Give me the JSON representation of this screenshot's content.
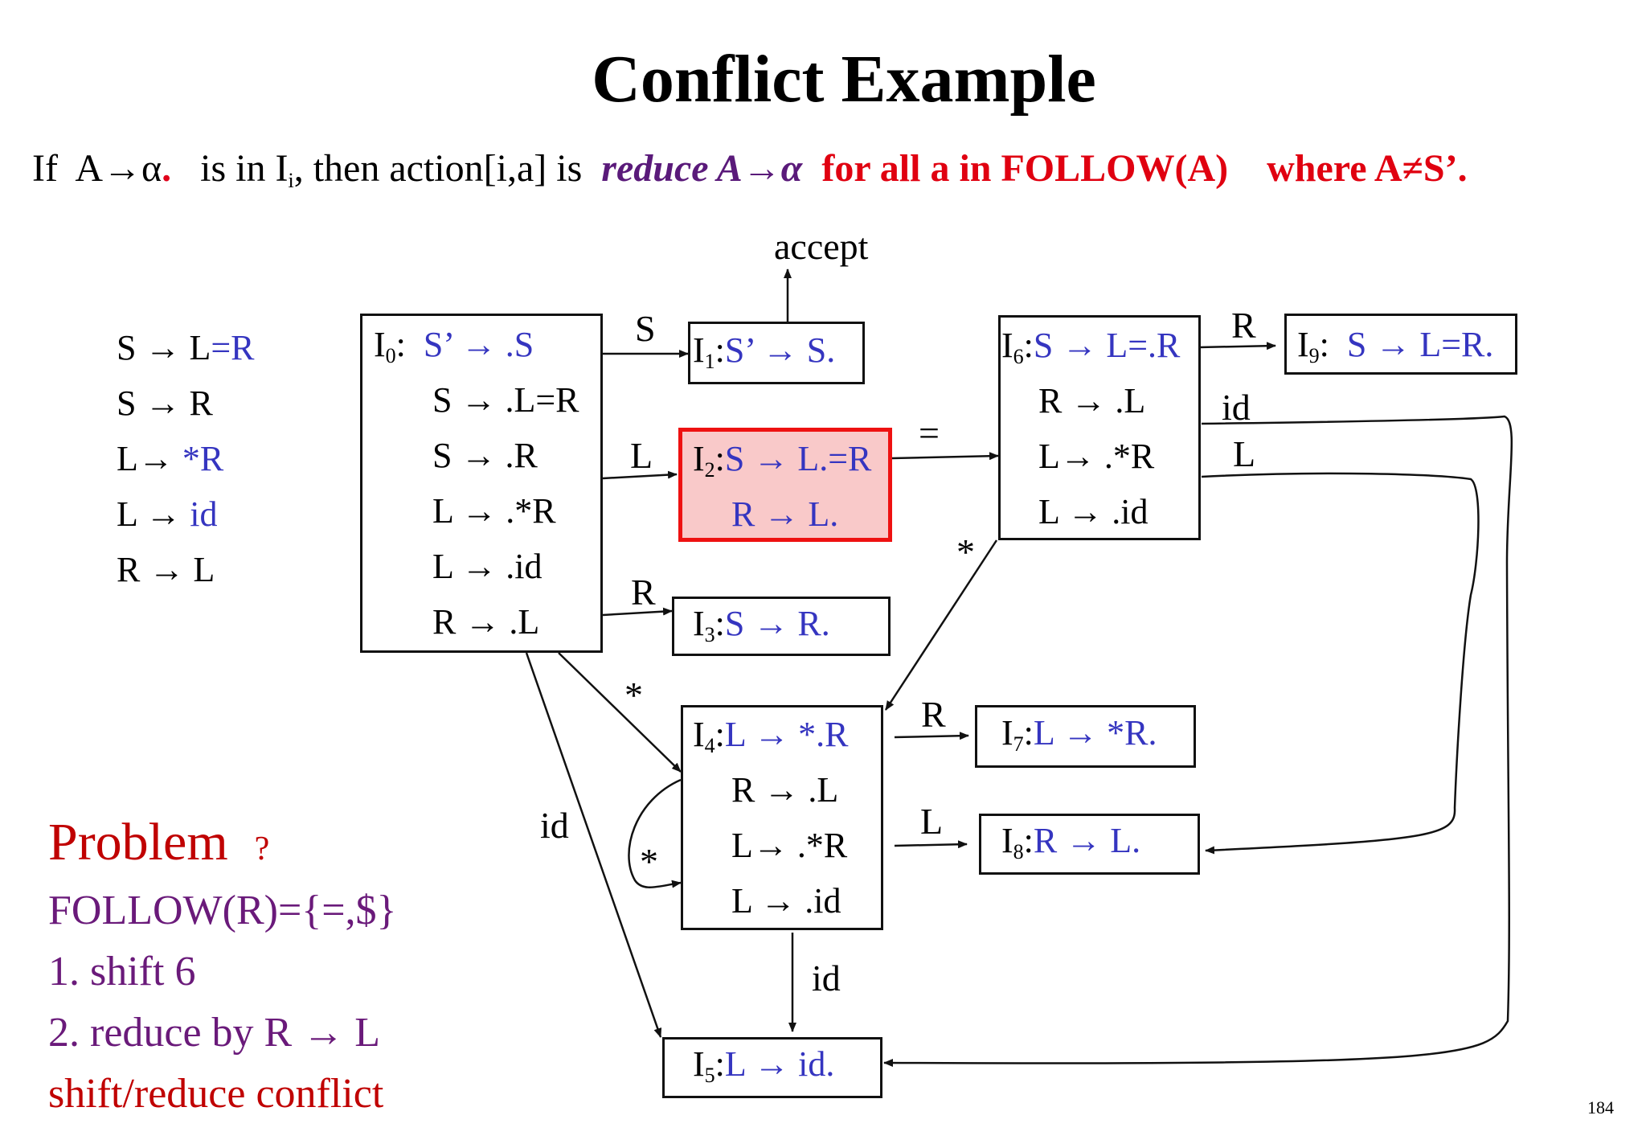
{
  "title": "Conflict Example",
  "rule": {
    "if": "If",
    "prod": "A→α",
    "dot": ".",
    "is_in": "is in I",
    "i": "i",
    "then": ", then action[i,a] is",
    "reduce": "reduce A→α",
    "for_all": "for all a in FOLLOW(A)",
    "where": "where A≠S’."
  },
  "grammar": [
    {
      "lhs": "S → L",
      "rhs": "=R"
    },
    {
      "lhs": "S → R",
      "rhs": ""
    },
    {
      "lhs": "L→ ",
      "rhs": "*R"
    },
    {
      "lhs": "L → ",
      "rhs": "id"
    },
    {
      "lhs": "R → L",
      "rhs": ""
    }
  ],
  "states": {
    "I0": {
      "name": "I",
      "sub": "0",
      "first": "S’ → .S",
      "items": [
        "S → .L=R",
        "S → .R",
        "L → .*R",
        "L → .id",
        "R → .L"
      ]
    },
    "I1": {
      "name": "I",
      "sub": "1",
      "first": "S’ → S."
    },
    "I2": {
      "name": "I",
      "sub": "2",
      "first": "S → L.=R",
      "second": "R → L."
    },
    "I3": {
      "name": "I",
      "sub": "3",
      "first": "S → R."
    },
    "I4": {
      "name": "I",
      "sub": "4",
      "first": "L → *.R",
      "items": [
        "R → .L",
        "L→ .*R",
        "L → .id"
      ]
    },
    "I5": {
      "name": "I",
      "sub": "5",
      "first": "L → id."
    },
    "I6": {
      "name": "I",
      "sub": "6",
      "first": "S → L=.R",
      "items": [
        "R → .L",
        "L→ .*R",
        "L → .id"
      ]
    },
    "I7": {
      "name": "I",
      "sub": "7",
      "first": "L → *R."
    },
    "I8": {
      "name": "I",
      "sub": "8",
      "first": "R → L."
    },
    "I9": {
      "name": "I",
      "sub": "9",
      "first": "S → L=R."
    }
  },
  "edge_labels": {
    "accept": "accept",
    "S": "S",
    "L_0_2": "L",
    "R_0_3": "R",
    "star_0_4": "*",
    "id_0_5": "id",
    "eq_2_6": "=",
    "R_6_9": "R",
    "id_6_5": "id",
    "L_6_8": "L",
    "star_6_4": "*",
    "R_4_7": "R",
    "L_4_8": "L",
    "star_loop": "*",
    "id_4_5": "id"
  },
  "problem": {
    "heading": "Problem",
    "q": "?",
    "follow": "FOLLOW(R)={=,$}",
    "option1": "1.  shift 6",
    "option2": "2.  reduce by R → L",
    "conclusion": "shift/reduce conflict"
  },
  "page_number": "184",
  "colors": {
    "item_blue": "#3535c0",
    "conflict_fill": "#f9c9c9",
    "conflict_border": "#ee1111",
    "problem_red": "#c00000",
    "problem_purple": "#6a1a7a"
  }
}
